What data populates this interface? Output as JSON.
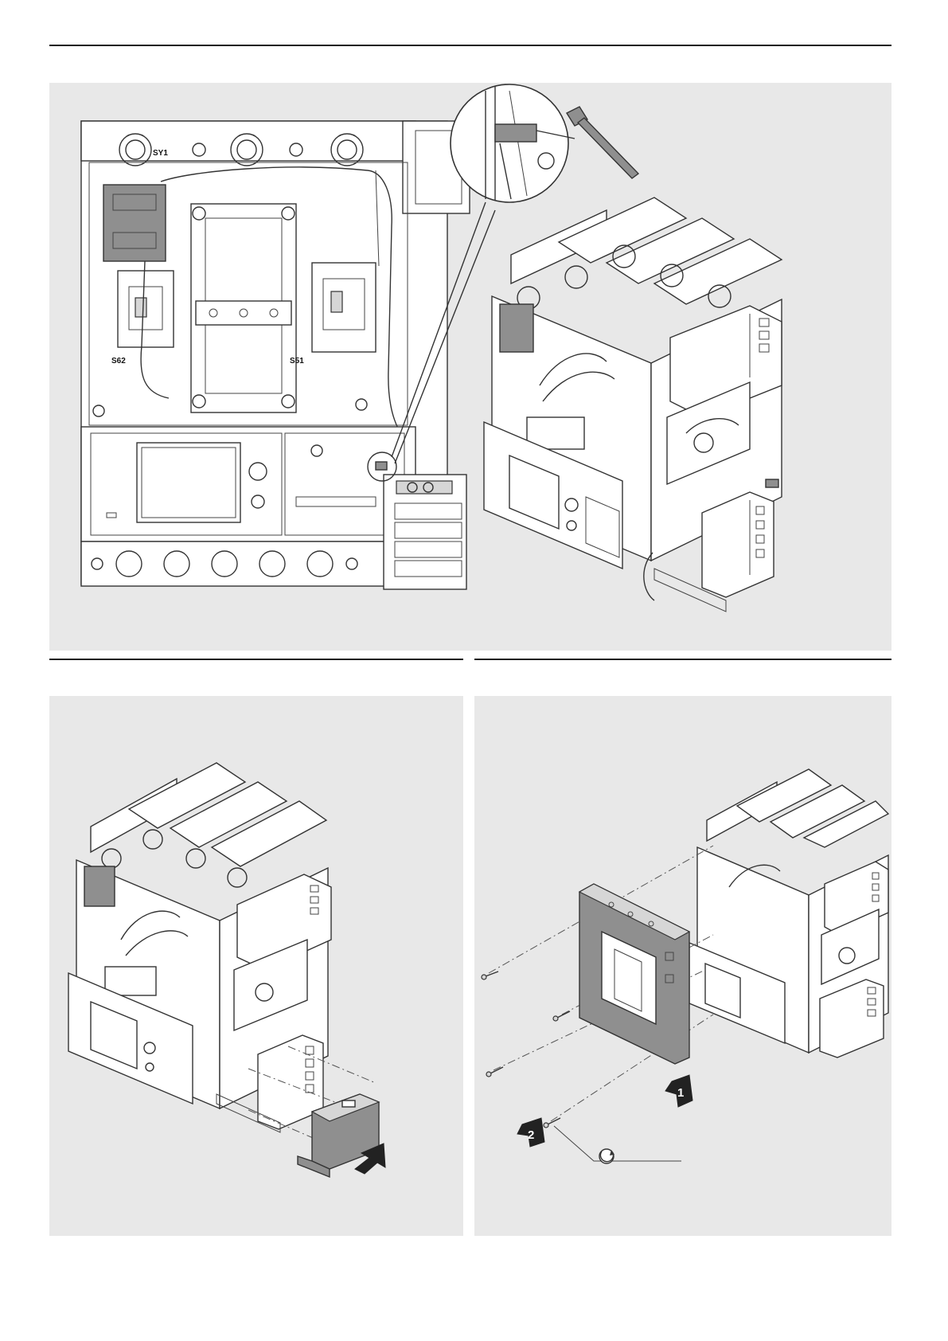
{
  "figure_top": {
    "labels": {
      "sy1": "SY1",
      "s62": "S62",
      "s51": "S51"
    }
  },
  "figure_bottom_right": {
    "steps": {
      "one": "1",
      "two": "2"
    }
  }
}
